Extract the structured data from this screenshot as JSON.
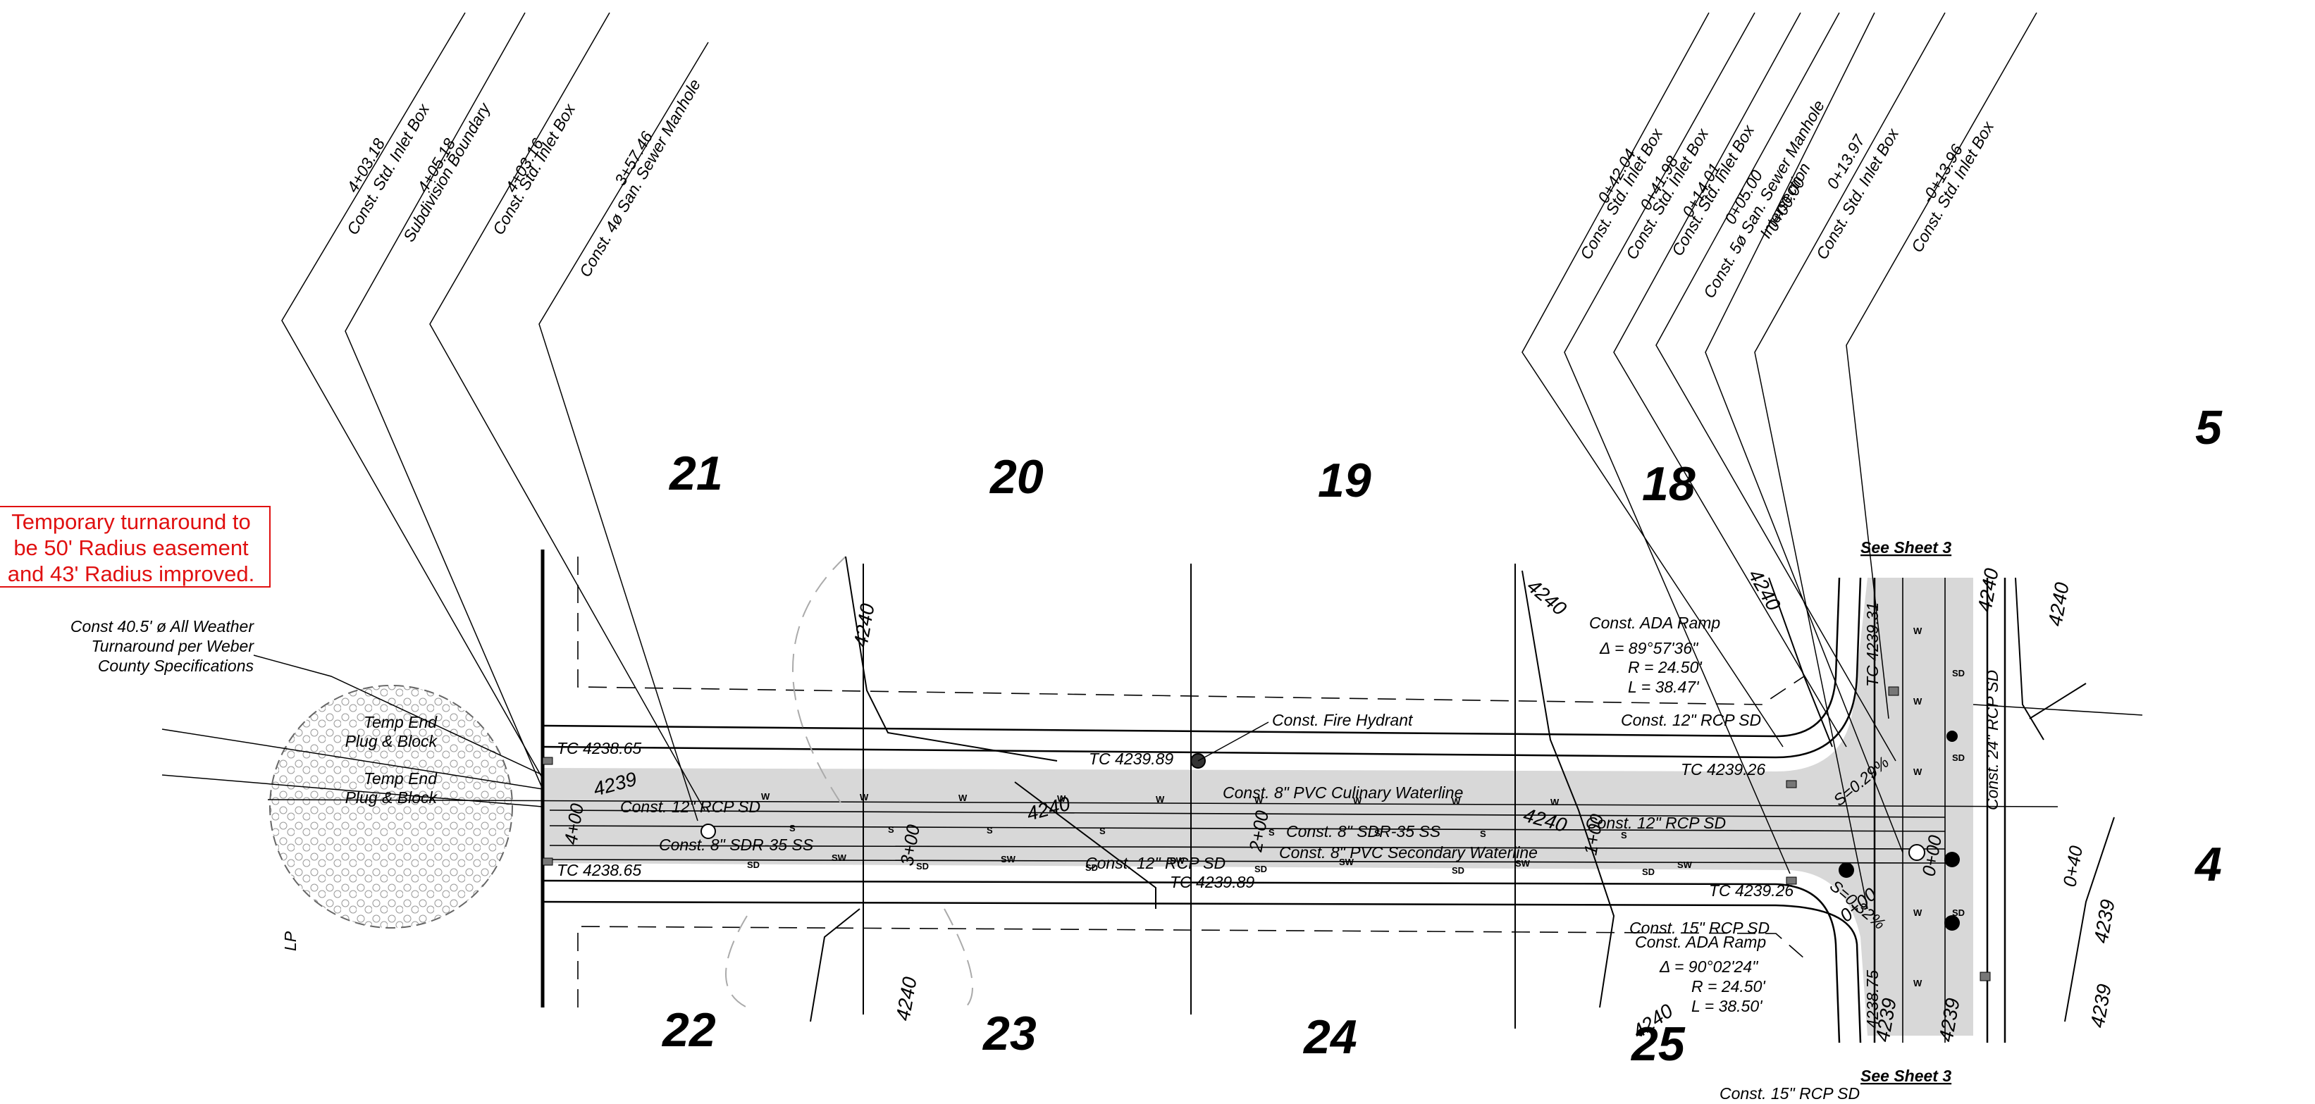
{
  "note": {
    "line1": "Temporary turnaround to",
    "line2": "be 50' Radius easement",
    "line3": "and 43' Radius improved."
  },
  "turnaround": {
    "line1": "Const 40.5' ø All Weather",
    "line2": "Turnaround per Weber",
    "line3": "County Specifications"
  },
  "temp_end_1": {
    "line1": "Temp End",
    "line2": "Plug & Block"
  },
  "temp_end_2": {
    "line1": "Temp End",
    "line2": "Plug & Block"
  },
  "left_leaders": [
    {
      "station": "4+03.18",
      "desc": "Const. Std. Inlet Box"
    },
    {
      "station": "4+05.18",
      "desc": "Subdivision Boundary"
    },
    {
      "station": "4+03.16",
      "desc": "Const. Std. Inlet Box"
    },
    {
      "station": "3+57.46",
      "desc": "Const. 4ø San. Sewer Manhole"
    }
  ],
  "right_leaders": [
    {
      "station": "0+42.04",
      "desc": "Const. Std. Inlet Box"
    },
    {
      "station": "0+41.98",
      "desc": "Const. Std. Inlet Box"
    },
    {
      "station": "0+14.01",
      "desc": "Const. Std. Inlet Box"
    },
    {
      "station": "0+05.00",
      "desc": "Const. 5ø San. Sewer Manhole"
    },
    {
      "station": "0+00.00",
      "desc": "Intersection"
    },
    {
      "station": "0+13.97",
      "desc": "Const. Std. Inlet Box"
    },
    {
      "station": "-0+13.96",
      "desc": "Const. Std. Inlet Box"
    }
  ],
  "lots": [
    "21",
    "20",
    "19",
    "18",
    "5",
    "4",
    "22",
    "23",
    "24",
    "25"
  ],
  "see_sheet_top": "See Sheet 3",
  "see_sheet_bottom": "See Sheet 3",
  "contours": [
    "4240",
    "4240",
    "4240",
    "4240",
    "4240",
    "4240",
    "4240",
    "4239",
    "4239",
    "4240",
    "4240",
    "4239",
    "4239",
    "4239"
  ],
  "tc": {
    "tl": "TC 4238.65",
    "bl": "TC 4238.65",
    "tm": "TC 4239.89",
    "bm": "TC 4239.89",
    "tr": "TC 4239.26",
    "br": "TC 4239.26",
    "vt": "TC 4239.31",
    "vb": "4238.75"
  },
  "labels": {
    "fire_hydrant": "Const. Fire Hydrant",
    "culinary": "Const. 8\" PVC Culinary Waterline",
    "secondary": "Const. 8\" PVC Secondary Waterline",
    "sdr_left": "Const. 8\" SDR-35 SS",
    "sdr_mid": "Const. 8\" SDR-35 SS",
    "rcp12_left": "Const. 12\" RCP SD",
    "rcp12_mid": "Const. 12\" RCP SD",
    "rcp12_right": "Const. 12\" RCP SD",
    "rcp12_top": "Const. 12\" RCP SD",
    "rcp15_a": "Const. 15\" RCP SD",
    "rcp15_b": "Const. 15\" RCP SD",
    "rcp24": "Const. 24\" RCP SD",
    "slope_top": "S=0.29%",
    "slope_bot": "S=0.32%"
  },
  "ada_top": {
    "title": "Const. ADA Ramp",
    "delta": "Δ = 89°57'36\"",
    "r": "R = 24.50'",
    "l": "L = 38.47'"
  },
  "ada_bot": {
    "title": "Const. ADA Ramp",
    "delta": "Δ = 90°02'24\"",
    "r": "R = 24.50'",
    "l": "L = 38.50'"
  },
  "stations": [
    "4+00",
    "3+00",
    "2+00",
    "1+00",
    "0+00",
    "0+40",
    "0+00"
  ],
  "edge_text": "LP"
}
